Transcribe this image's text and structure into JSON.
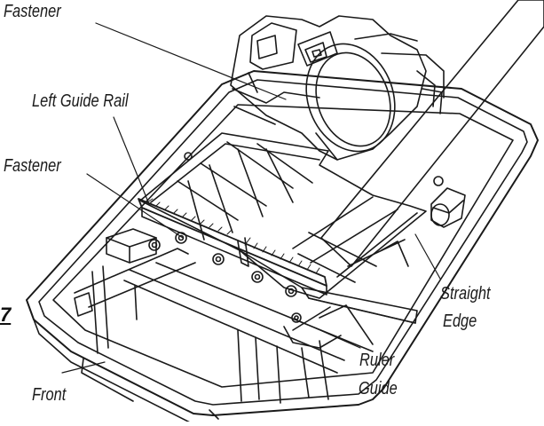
{
  "labels": {
    "fastener_top": "Fastener",
    "left_guide_rail": "Left Guide Rail",
    "fastener_left": "Fastener",
    "straight_edge_line1": "Straight",
    "straight_edge_line2": "Edge",
    "ruler_guide_line1": "Ruler",
    "ruler_guide_line2": "Guide",
    "front": "Front",
    "figure_number": "7"
  },
  "colors": {
    "line": "#1a1a1a",
    "background": "#ffffff"
  }
}
